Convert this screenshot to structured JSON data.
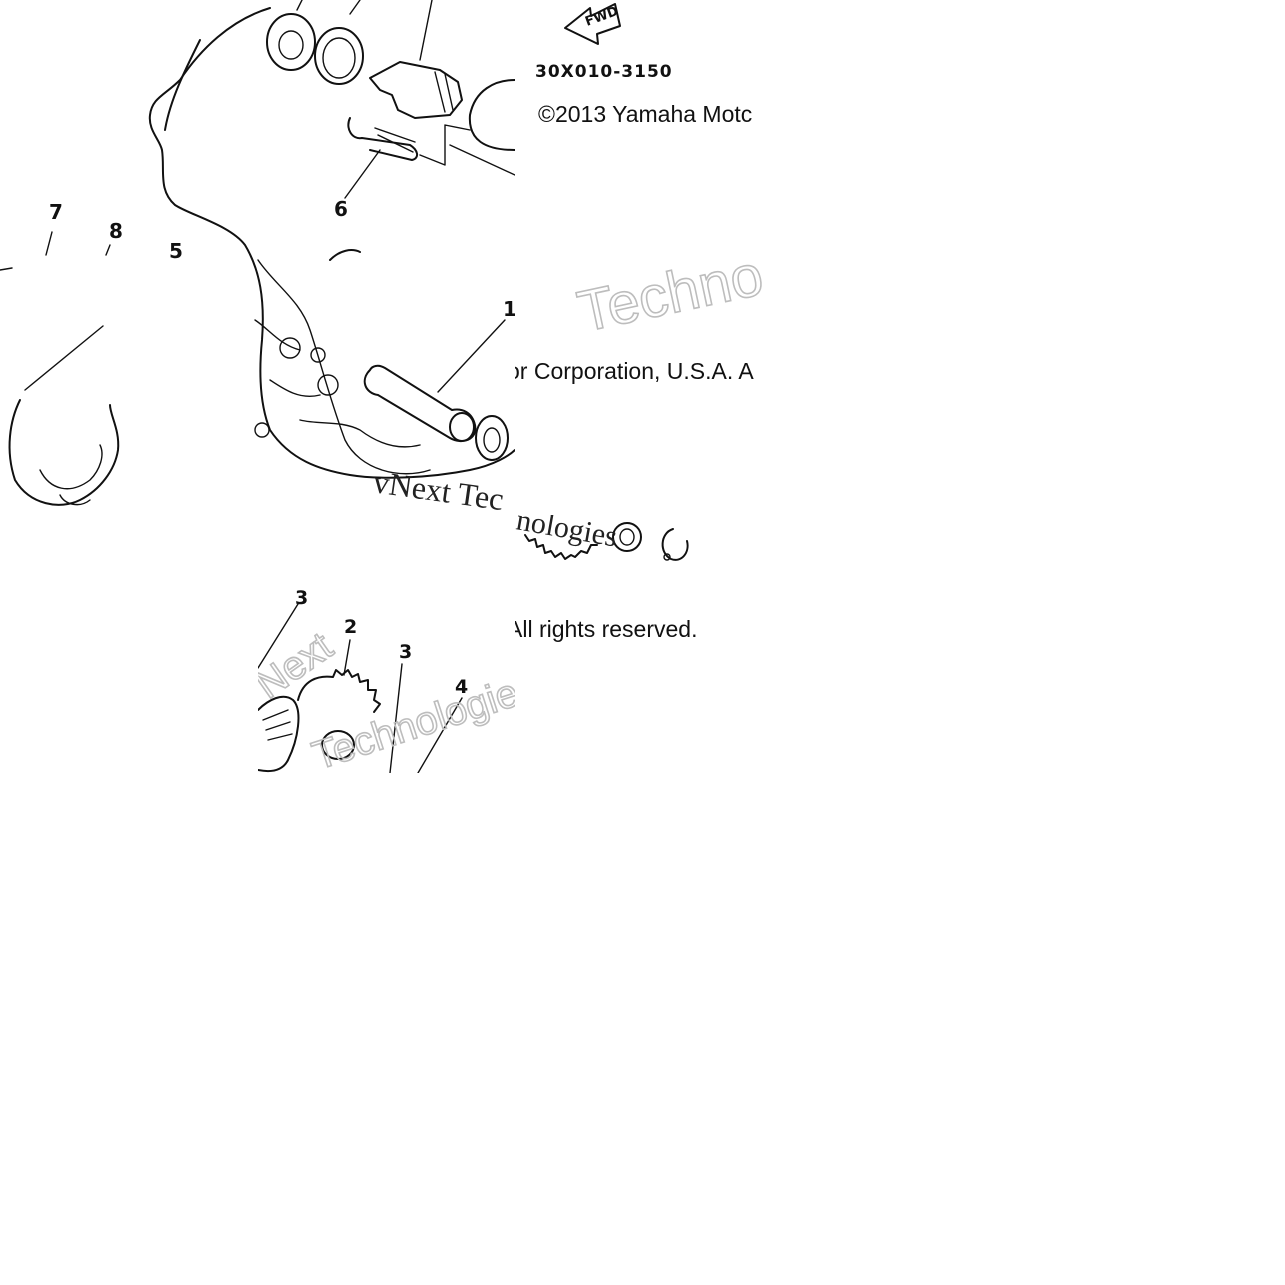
{
  "diagram": {
    "part_code": "30X010-3150",
    "fwd_label": "FWD",
    "callouts": {
      "c1": "1",
      "c2": "2",
      "c3a": "3",
      "c3b": "3",
      "c4": "4",
      "c5": "5",
      "c6": "6",
      "c7": "7",
      "c8": "8"
    },
    "copyright": {
      "line1": "©2013 Yamaha Motc",
      "line2": "or Corporation, U.S.A. A",
      "line3": "All rights reserved."
    },
    "watermark": {
      "a": "Techno",
      "b": "vNext Tec",
      "c": "nologies",
      "d": "Next",
      "e": "Technologies"
    }
  }
}
